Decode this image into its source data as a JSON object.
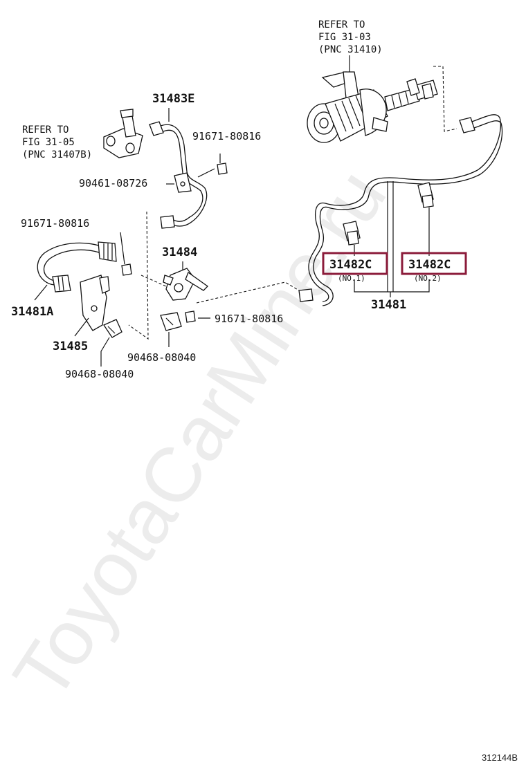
{
  "watermark": "ToyotaCarMine.ru",
  "refs": {
    "top": [
      "REFER TO",
      "FIG 31-03",
      "(PNC 31410)"
    ],
    "left": [
      "REFER TO",
      "FIG 31-05",
      "(PNC 31407B)"
    ]
  },
  "parts": {
    "p31483E": "31483E",
    "p91671_a": "91671-80816",
    "p90461": "90461-08726",
    "p91671_b": "91671-80816",
    "p31484": "31484",
    "p31481A": "31481A",
    "p91671_c": "91671-80816",
    "p31485": "31485",
    "p90468_a": "90468-08040",
    "p90468_b": "90468-08040",
    "p31481": "31481",
    "p31482C_1": "31482C",
    "p31482C_2": "31482C",
    "no1": "(NO.1)",
    "no2": "(NO.2)"
  },
  "highlight_color": "#8b1b3a",
  "figure_code": "312144B"
}
